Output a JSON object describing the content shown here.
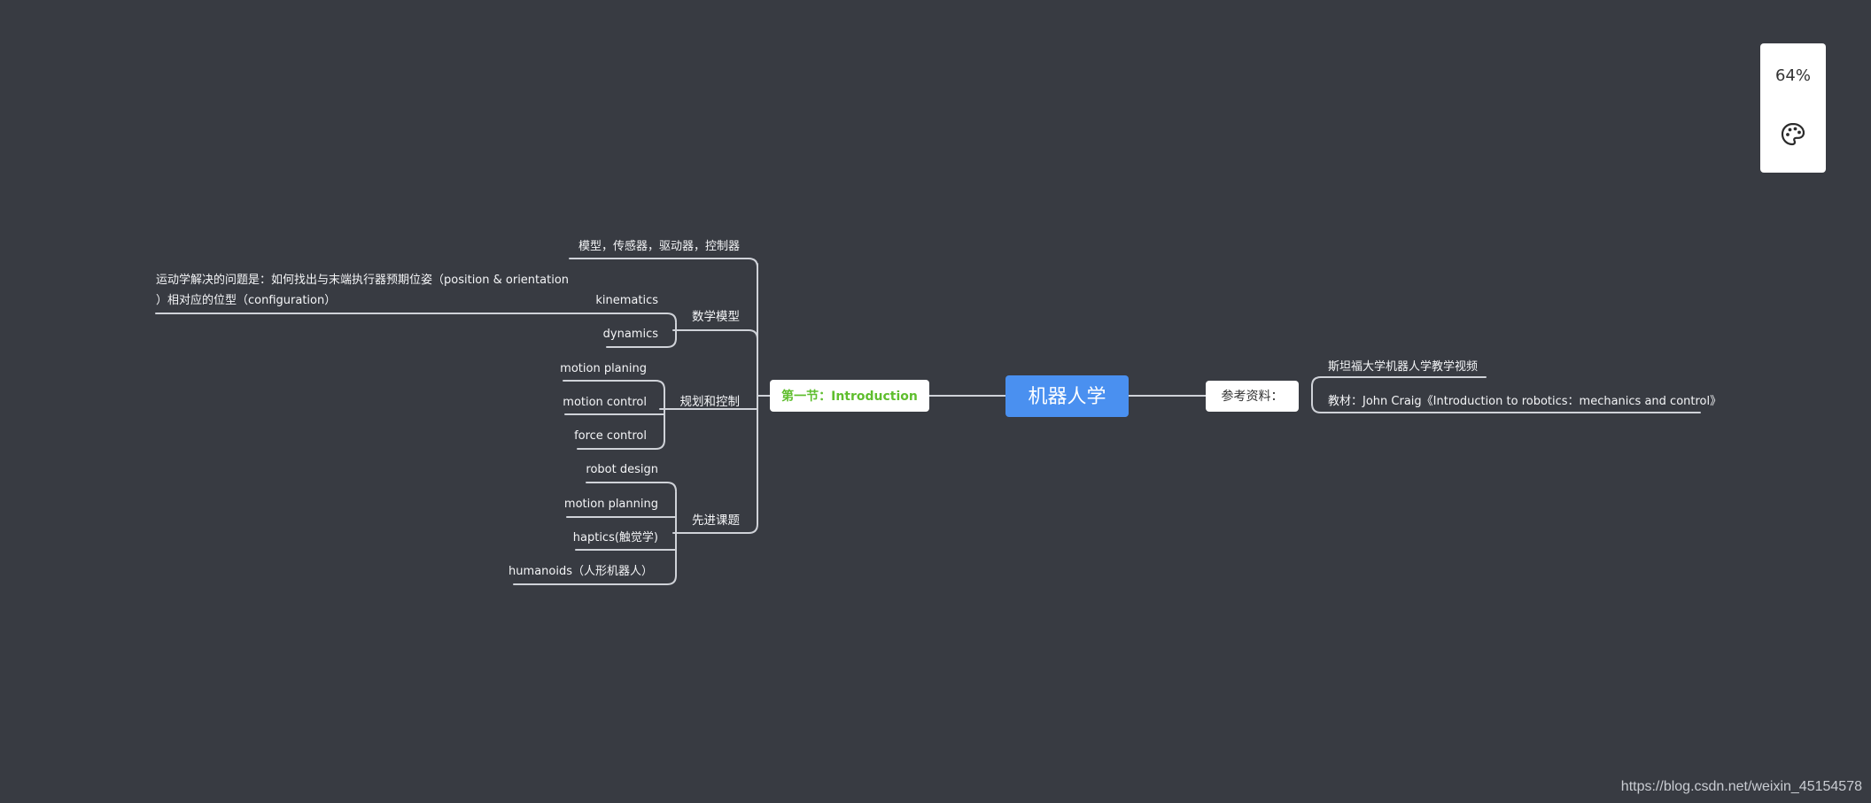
{
  "mindmap": {
    "root": "机器人学",
    "section": "第一节：Introduction",
    "reference": {
      "label": "参考资料：",
      "items": [
        "斯坦福大学机器人学教学视频",
        "教材：John Craig《Introduction to robotics：mechanics and control》"
      ]
    },
    "topics": {
      "model_line": "模型，传感器，驱动器，控制器",
      "math_model": {
        "label": "数学模型",
        "kinematics": "kinematics",
        "kinematics_note_1": "运动学解决的问题是：如何找出与末端执行器预期位姿（position & orientation",
        "kinematics_note_2": "）相对应的位型（configuration）",
        "dynamics": "dynamics"
      },
      "planning": {
        "label": "规划和控制",
        "items": [
          "motion planing",
          "motion control",
          "force control"
        ]
      },
      "advanced": {
        "label": "先进课题",
        "items": [
          "robot design",
          "motion planning",
          "haptics(触觉学)",
          "humanoids（人形机器人）"
        ]
      }
    }
  },
  "toolbar": {
    "zoom": "64%",
    "palette_icon": "palette-icon"
  },
  "watermark": "https://blog.csdn.net/weixin_45154578",
  "colors": {
    "background": "#383b42",
    "root": "#4a90f0",
    "section_text": "#5fbe2e",
    "lines": "#cfd2d8"
  }
}
